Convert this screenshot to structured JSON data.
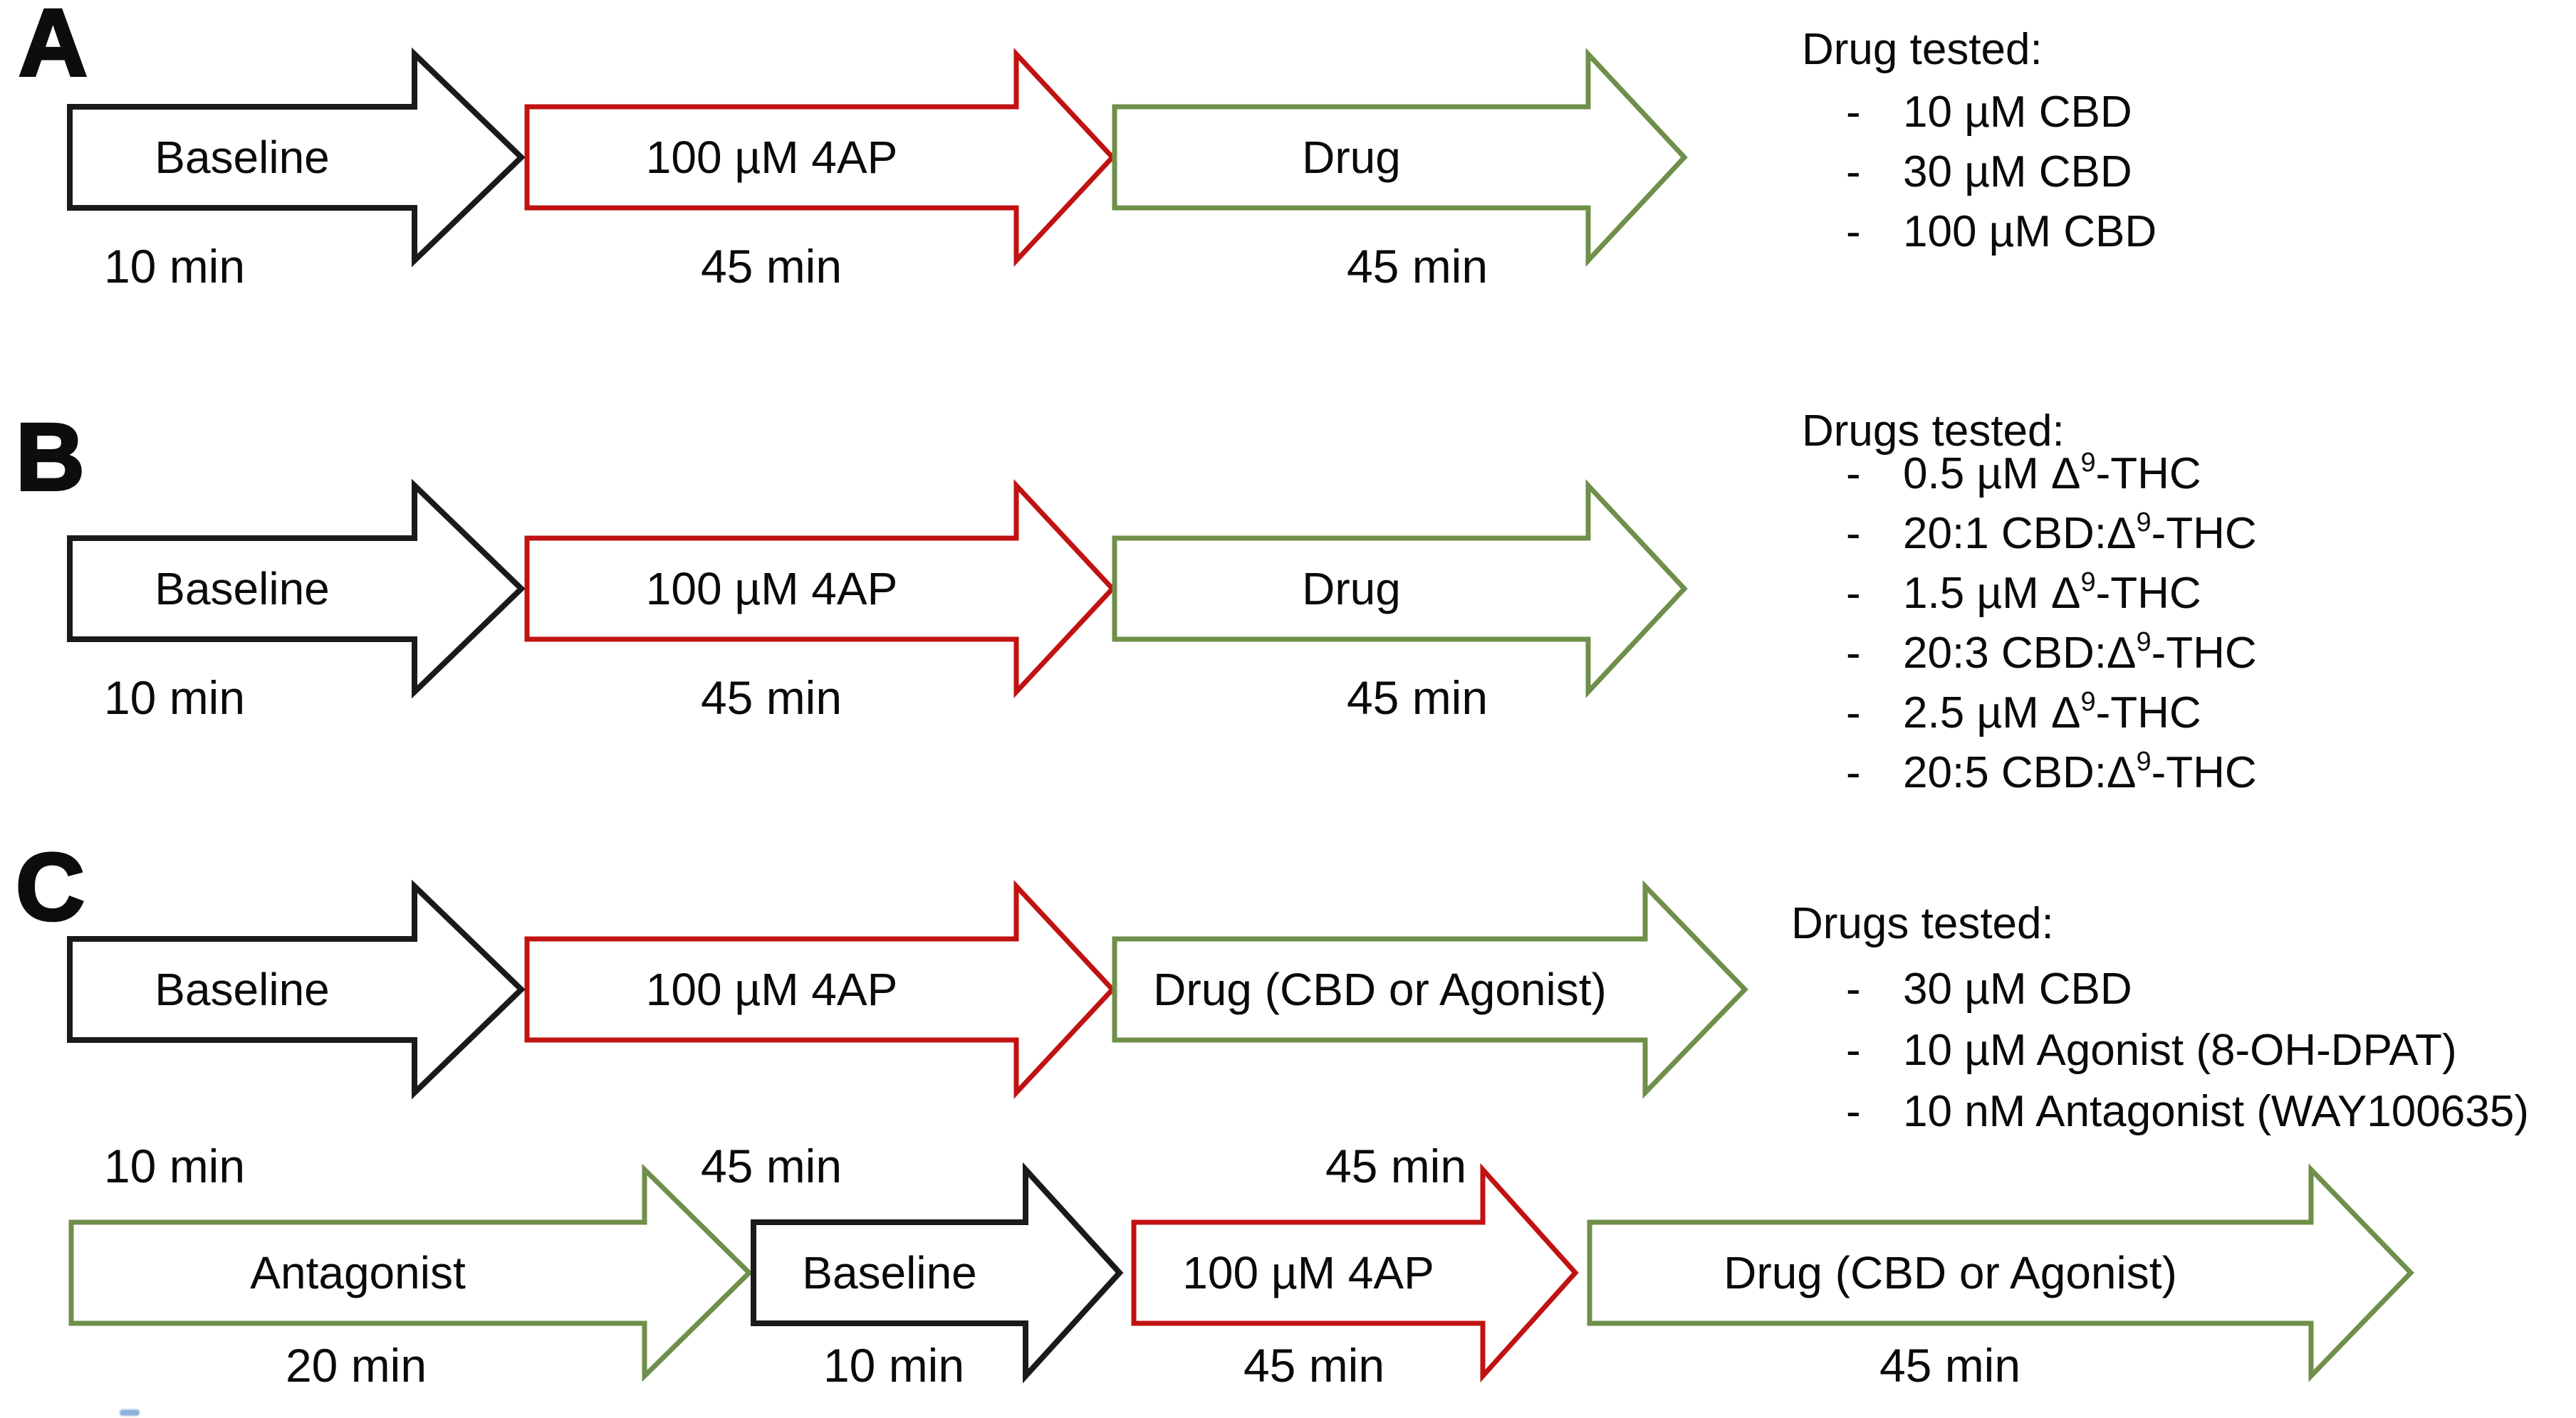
{
  "figure": {
    "background": "#ffffff",
    "colors": {
      "baseline_arrow_outline": "#1a1a1a",
      "fourap_arrow_outline": "#c11212",
      "drug_arrow_outline": "#6f8f4a",
      "text": "#0a0a0a",
      "artifact_mark": "#7aa3d6"
    },
    "panelA": {
      "letter": "A",
      "steps": {
        "baseline": {
          "label": "Baseline",
          "duration": "10 min"
        },
        "fourap": {
          "label": "100 µM 4AP",
          "duration": "45 min"
        },
        "drug": {
          "label": "Drug",
          "duration": "45 min"
        }
      },
      "list": {
        "heading": "Drug tested:",
        "bullet": "-",
        "items": [
          {
            "pre": "10 µM CBD",
            "sup": "",
            "post": ""
          },
          {
            "pre": "30 µM CBD",
            "sup": "",
            "post": ""
          },
          {
            "pre": "100 µM CBD",
            "sup": "",
            "post": ""
          }
        ]
      }
    },
    "panelB": {
      "letter": "B",
      "steps": {
        "baseline": {
          "label": "Baseline",
          "duration": "10 min"
        },
        "fourap": {
          "label": "100 µM 4AP",
          "duration": "45 min"
        },
        "drug": {
          "label": "Drug",
          "duration": "45 min"
        }
      },
      "list": {
        "heading": "Drugs tested:",
        "bullet": "-",
        "items": [
          {
            "pre": "0.5 µM Δ",
            "sup": "9",
            "post": "-THC"
          },
          {
            "pre": "20:1 CBD:Δ",
            "sup": "9",
            "post": "-THC"
          },
          {
            "pre": "1.5 µM Δ",
            "sup": "9",
            "post": "-THC"
          },
          {
            "pre": "20:3 CBD:Δ",
            "sup": "9",
            "post": "-THC"
          },
          {
            "pre": "2.5 µM Δ",
            "sup": "9",
            "post": "-THC"
          },
          {
            "pre": "20:5 CBD:Δ",
            "sup": "9",
            "post": "-THC"
          }
        ]
      }
    },
    "panelC": {
      "letter": "C",
      "row1": {
        "baseline": {
          "label": "Baseline",
          "duration": "10 min"
        },
        "fourap": {
          "label": "100 µM 4AP",
          "duration": "45 min"
        },
        "drug": {
          "label": "Drug (CBD or Agonist)",
          "duration": "45 min"
        }
      },
      "row2": {
        "antagonist": {
          "label": "Antagonist",
          "duration": "20 min"
        },
        "baseline": {
          "label": "Baseline",
          "duration": "10 min"
        },
        "fourap": {
          "label": "100 µM 4AP",
          "duration": "45 min"
        },
        "drug": {
          "label": "Drug (CBD or Agonist)",
          "duration": "45 min"
        }
      },
      "list": {
        "heading": "Drugs tested:",
        "bullet": "-",
        "items": [
          {
            "pre": "30 µM CBD",
            "sup": "",
            "post": ""
          },
          {
            "pre": "10 µM Agonist (8-OH-DPAT)",
            "sup": "",
            "post": ""
          },
          {
            "pre": "10 nM Antagonist (WAY100635)",
            "sup": "",
            "post": ""
          }
        ]
      }
    }
  }
}
